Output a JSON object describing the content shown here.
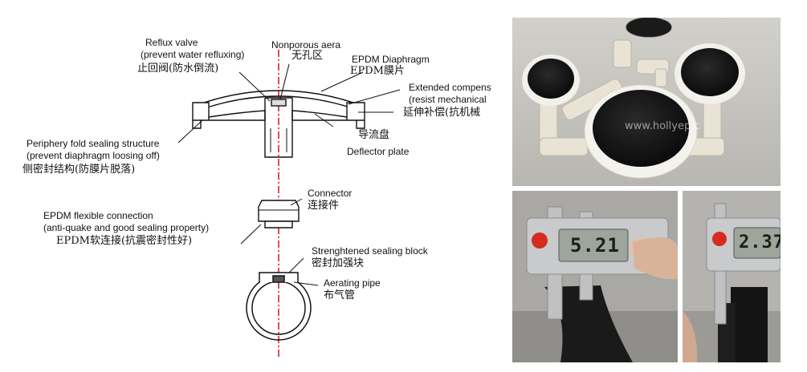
{
  "labels": {
    "reflux_en1": "Reflux valve",
    "reflux_en2": "(prevent water refluxing)",
    "reflux_cn": "止回阀(防水倒流)",
    "nonporous_en": "Nonporous aera",
    "nonporous_cn": "无孔区",
    "epdm_diaphragm_en": "EPDM Diaphragm",
    "epdm_diaphragm_cn": "EPDM膜片",
    "extended_en1": "Extended compens",
    "extended_en2": "(resist mechanical",
    "extended_cn": "延伸补偿(抗机械",
    "deflector_cn": "导流盘",
    "deflector_en": "Deflector plate",
    "periphery_en1": "Periphery fold sealing structure",
    "periphery_en2": "(prevent diaphragm loosing off)",
    "periphery_cn": "侧密封结构(防膜片脱落)",
    "connector_en": "Connector",
    "connector_cn": "连接件",
    "flex_en1": "EPDM flexible connection",
    "flex_en2": "(anti-quake and good sealing property)",
    "flex_cn": "EPDM软连接(抗震密封性好)",
    "seal_block_en": "Strenghtened sealing block",
    "seal_block_cn": "密封加强块",
    "aerating_en": "Aerating pipe",
    "aerating_cn": "布气管"
  },
  "photos": {
    "watermark": "www.hollyep.c",
    "caliper1_reading": "5.21",
    "caliper2_reading": "2.37",
    "colors": {
      "background_gray": "#c9c7c2",
      "pipe_cream": "#e9e4d6",
      "diaphragm_black": "#121212",
      "caliper_steel": "#c4c6c8",
      "leaf_red": "#d62b20"
    }
  }
}
